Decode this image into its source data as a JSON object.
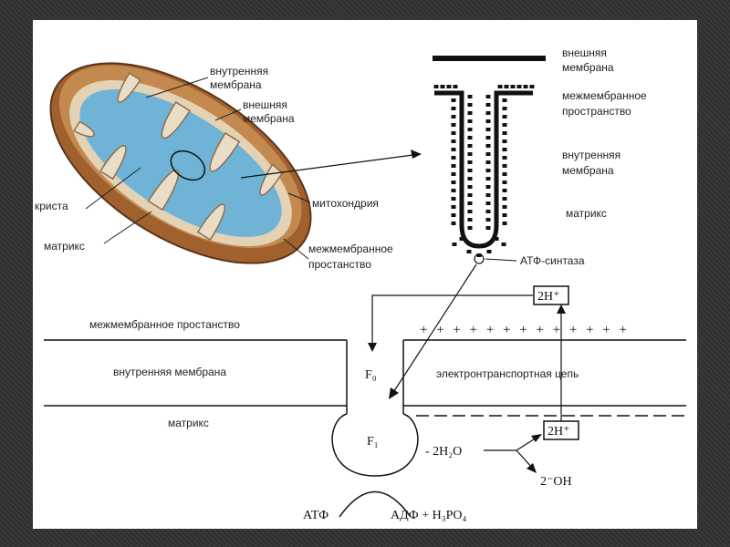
{
  "labels": {
    "inner_membrane_top": [
      "внутренняя",
      "мембрана"
    ],
    "outer_membrane_mid": [
      "внешняя",
      "мембрана"
    ],
    "crista": "криста",
    "matrix_left": "матрикс",
    "mitochondria": "митохондрия",
    "intermembrane_left": [
      "межмембранное",
      "простанство"
    ],
    "outer_membrane_right": [
      "внешняя",
      "мембрана"
    ],
    "intermembrane_right": [
      "межмембранное",
      "пространство"
    ],
    "inner_membrane_right": [
      "внутренняя",
      "мембрана"
    ],
    "matrix_right": "матрикс",
    "atp_synthase": "АТФ-синтаза",
    "intermembrane_band": "межмембранное простанство",
    "inner_membrane_band": "внутренняя мембрана",
    "matrix_band": "матрикс",
    "etc": "электронтранспортная цепь",
    "proton_top": "2H⁺",
    "proton_bottom": "2H⁺",
    "plus_row": "+ + + + + + + + + + + + +",
    "f0": "F₀",
    "f1": "F₁",
    "water": "- 2H₂O",
    "hydroxide": "2⁻OH",
    "atp": "АТФ",
    "adp": "АДФ + H₃PO₄"
  },
  "colors": {
    "outer_shell": "#a86a3a",
    "matrix": "#6fb4d6",
    "inner_membrane": "#d9c6a8",
    "ink": "#111111"
  }
}
